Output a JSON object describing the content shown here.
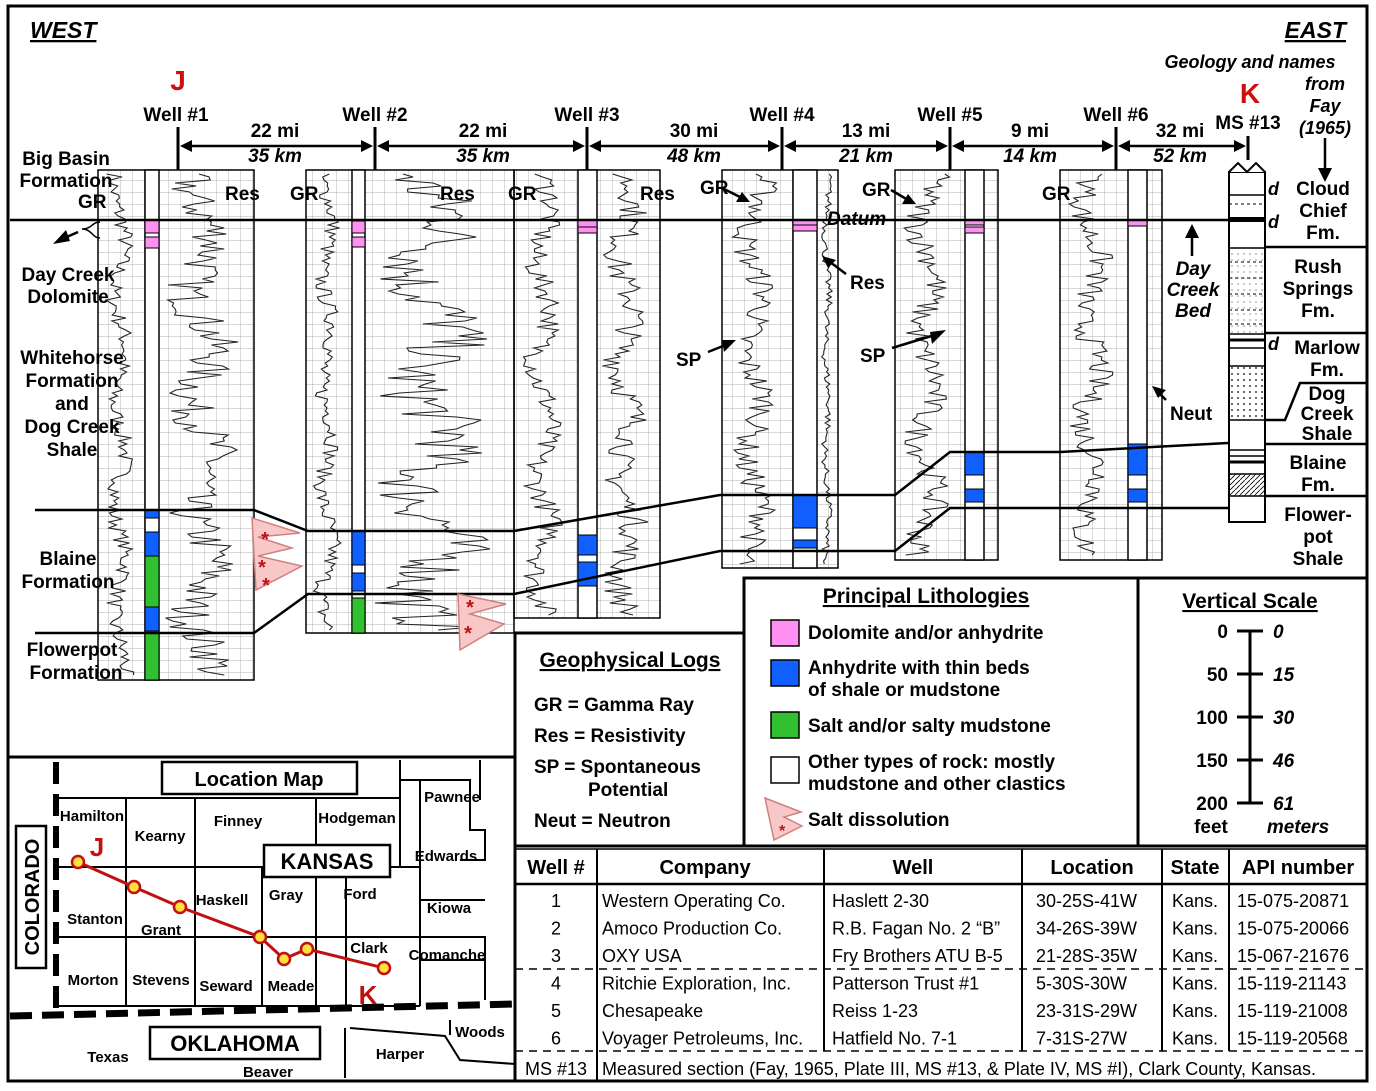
{
  "header": {
    "west": "WEST",
    "east": "EAST",
    "source_note": [
      "Geology and names",
      "from",
      "Fay",
      "(1965)"
    ]
  },
  "wells": [
    {
      "label": "Well #1",
      "marker": "J"
    },
    {
      "label": "Well #2"
    },
    {
      "label": "Well #3"
    },
    {
      "label": "Well #4"
    },
    {
      "label": "Well #5"
    },
    {
      "label": "Well #6"
    },
    {
      "label": "MS #13",
      "marker": "K"
    }
  ],
  "spacing": [
    {
      "mi": "22 mi",
      "km": "35 km"
    },
    {
      "mi": "22 mi",
      "km": "35 km"
    },
    {
      "mi": "30 mi",
      "km": "48 km"
    },
    {
      "mi": "13 mi",
      "km": "21 km"
    },
    {
      "mi": "9 mi",
      "km": "14 km"
    },
    {
      "mi": "32 mi",
      "km": "52 km"
    }
  ],
  "log_labels": {
    "gr": "GR",
    "res": "Res",
    "sp": "SP",
    "neut": "Neut",
    "datum": "Datum",
    "d": "d"
  },
  "left_units": {
    "big_basin": [
      "Big Basin",
      "Formation"
    ],
    "day_creek": [
      "Day Creek",
      "Dolomite"
    ],
    "whitehorse": [
      "Whitehorse",
      "Formation",
      "and",
      "Dog Creek",
      "Shale"
    ],
    "blaine": [
      "Blaine",
      "Formation"
    ],
    "flowerpot": [
      "Flowerpot",
      "Formation"
    ]
  },
  "day_creek_bed": [
    "Day",
    "Creek",
    "Bed"
  ],
  "right_units": {
    "cloud_chief": [
      "Cloud",
      "Chief",
      "Fm."
    ],
    "rush_springs": [
      "Rush",
      "Springs",
      "Fm."
    ],
    "marlow": [
      "Marlow",
      "Fm."
    ],
    "dog_creek": [
      "Dog",
      "Creek",
      "Shale"
    ],
    "blaine": [
      "Blaine",
      "Fm."
    ],
    "flowerpot": [
      "Flower-",
      "pot",
      "Shale"
    ]
  },
  "legend_logs": {
    "title": "Geophysical Logs",
    "items": [
      "GR = Gamma Ray",
      "Res = Resistivity",
      "SP = Spontaneous",
      "Potential",
      "Neut = Neutron"
    ]
  },
  "legend_litho": {
    "title": "Principal Lithologies",
    "items": [
      {
        "lines": [
          "Dolomite and/or anhydrite"
        ],
        "color": "#ff8ff0"
      },
      {
        "lines": [
          "Anhydrite with thin beds",
          "of shale or mudstone"
        ],
        "color": "#1060ff"
      },
      {
        "lines": [
          "Salt and/or salty mudstone"
        ],
        "color": "#30c030"
      },
      {
        "lines": [
          "Other types of rock: mostly",
          "mudstone and other clastics"
        ],
        "color": "#ffffff"
      },
      {
        "lines": [
          "Salt dissolution"
        ],
        "color": "#f8c8c8"
      }
    ]
  },
  "vertical_scale": {
    "title": "Vertical Scale",
    "feet": [
      "0",
      "50",
      "100",
      "150",
      "200"
    ],
    "meters": [
      "0",
      "15",
      "30",
      "46",
      "61"
    ],
    "feet_label": "feet",
    "meters_label": "meters"
  },
  "map": {
    "title": "Location Map",
    "state": "KANSAS",
    "colorado": "COLORADO",
    "oklahoma": "OKLAHOMA",
    "j": "J",
    "k": "K",
    "counties": [
      "Hamilton",
      "Kearny",
      "Finney",
      "Hodgeman",
      "Pawnee",
      "Edwards",
      "Kiowa",
      "Haskell",
      "Gray",
      "Ford",
      "Stanton",
      "Grant",
      "Clark",
      "Comanche",
      "Morton",
      "Stevens",
      "Seward",
      "Meade",
      "Texas",
      "Beaver",
      "Harper",
      "Woods"
    ]
  },
  "table": {
    "headers": [
      "Well #",
      "Company",
      "Well",
      "Location",
      "State",
      "API number"
    ],
    "rows": [
      [
        "1",
        "Western Operating Co.",
        "Haslett 2-30",
        "30-25S-41W",
        "Kans.",
        "15-075-20871"
      ],
      [
        "2",
        "Amoco Production Co.",
        "R.B. Fagan No. 2 “B”",
        "34-26S-39W",
        "Kans.",
        "15-075-20066"
      ],
      [
        "3",
        "OXY USA",
        "Fry Brothers ATU B-5",
        "21-28S-35W",
        "Kans.",
        "15-067-21676"
      ],
      [
        "4",
        "Ritchie Exploration, Inc.",
        "Patterson Trust #1",
        "5-30S-30W",
        "Kans.",
        "15-119-21143"
      ],
      [
        "5",
        "Chesapeake",
        "Reiss 1-23",
        "23-31S-29W",
        "Kans.",
        "15-119-21008"
      ],
      [
        "6",
        "Voyager Petroleums, Inc.",
        "Hatfield No. 7-1",
        "7-31S-27W",
        "Kans.",
        "15-119-20568"
      ]
    ],
    "footer_id": "MS #13",
    "footer_text": "Measured section (Fay, 1965, Plate III, MS #13, & Plate IV, MS #I), Clark County, Kansas."
  }
}
